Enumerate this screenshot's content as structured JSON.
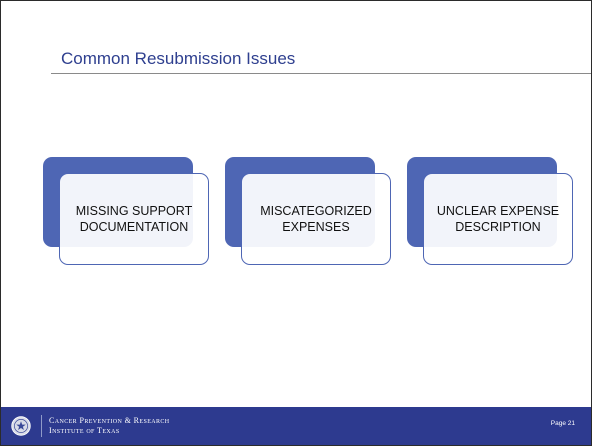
{
  "slide": {
    "title": "Common Resubmission Issues",
    "issues": [
      {
        "label": "MISSING SUPPORT\nDOCUMENTATION"
      },
      {
        "label": "MISCATEGORIZED\nEXPENSES"
      },
      {
        "label": "UNCLEAR EXPENSE\nDESCRIPTION"
      }
    ]
  },
  "footer": {
    "seal_icon": "texas-seal-icon",
    "org_line_1": "Cancer Prevention & Research",
    "org_line_2": "Institute of Texas",
    "page_label": "Page 21"
  },
  "colors": {
    "title": "#2e3f8f",
    "block": "#4e66b4",
    "footer": "#2d3a8f"
  }
}
